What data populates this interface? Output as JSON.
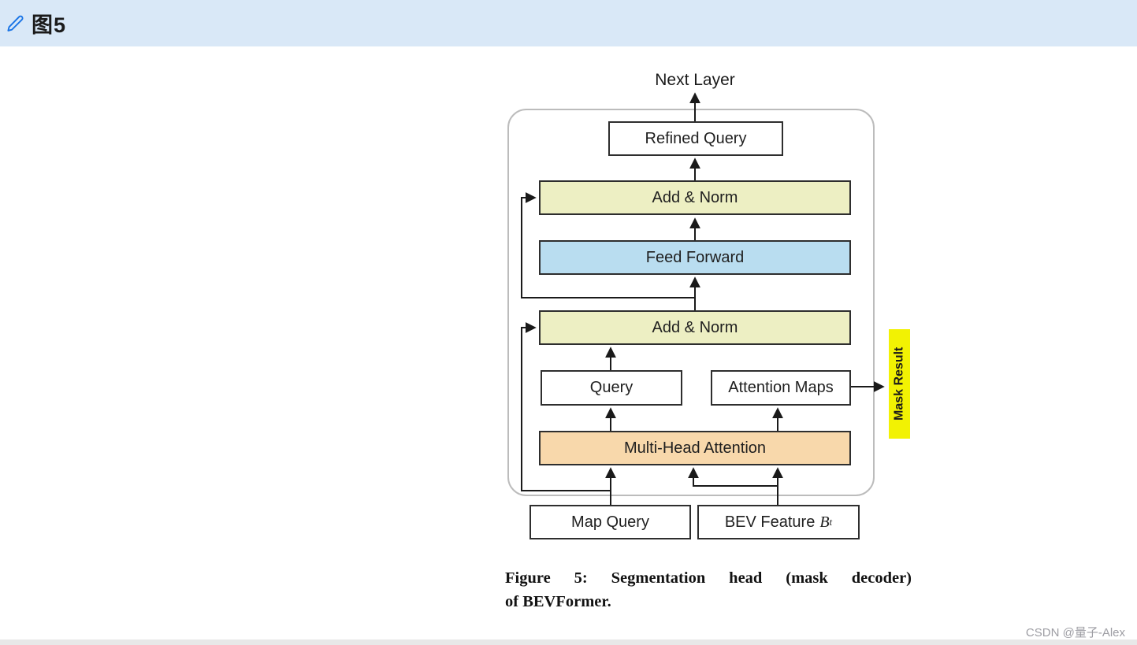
{
  "header": {
    "title": "图5",
    "edit_icon": "pencil-icon"
  },
  "figure": {
    "diagram": {
      "next_layer_label": "Next Layer",
      "boxes": {
        "refined_query": "Refined Query",
        "add_norm_top": "Add & Norm",
        "feed_forward": "Feed Forward",
        "add_norm_bottom": "Add & Norm",
        "query": "Query",
        "attention_maps": "Attention Maps",
        "multi_head_attention": "Multi-Head Attention",
        "map_query": "Map Query",
        "bev_feature_label": "BEV Feature",
        "bev_feature_var": "B",
        "bev_feature_sub": "t"
      },
      "mask_result_label": "Mask Result",
      "colors": {
        "add_norm": "#edefc3",
        "feed_forward": "#b9ddf0",
        "attention": "#f8d8ab",
        "mask_result_bg": "#f2f203"
      }
    },
    "caption": {
      "line1": "Figure 5: Segmentation head (mask decoder)",
      "line2": "of BEVFormer."
    }
  },
  "watermark": "CSDN @量子-Alex",
  "colors": {
    "header_bg": "#d9e8f7",
    "accent_blue": "#1974e6"
  }
}
